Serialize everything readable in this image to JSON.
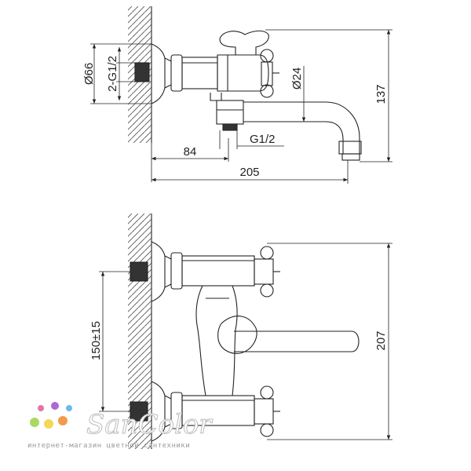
{
  "top_view": {
    "dims": {
      "flange_diameter": "Ø66",
      "inlet_thread": "2-G1/2",
      "spout_diameter": "Ø24",
      "height": "137",
      "diverter_thread": "G1/2",
      "wall_to_diverter": "84",
      "total_projection": "205"
    }
  },
  "front_view": {
    "dims": {
      "inlet_spacing": "150±15",
      "overall_height": "207"
    }
  },
  "watermark": {
    "brand": "SanColor",
    "tagline": "интернет-магазин цветной сантехники",
    "dot_colors": [
      "#e25b9a",
      "#a04fc9",
      "#4fb0e6",
      "#9ad14a",
      "#f2d03c",
      "#f08a2c"
    ]
  }
}
